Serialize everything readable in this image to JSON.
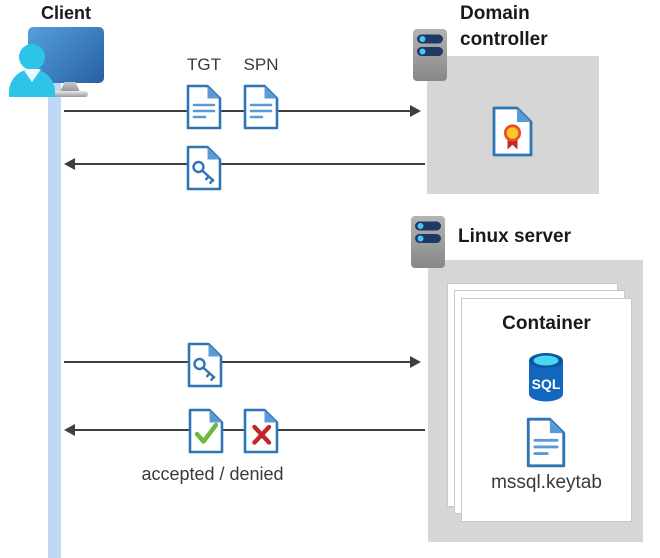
{
  "client": {
    "label": "Client"
  },
  "domain_controller": {
    "title": "Domain controller"
  },
  "linux_server": {
    "title": "Linux server"
  },
  "container": {
    "title": "Container",
    "sql_badge": "SQL",
    "keytab_label": "mssql.keytab"
  },
  "flow": {
    "tgt_label": "TGT",
    "spn_label": "SPN",
    "result_label": "accepted / denied"
  },
  "colors": {
    "doc-blue": "#2E75B6",
    "fold-blue": "#5B9BD5",
    "line-blue": "#5B9BD5",
    "cyan": "#2EC3E9",
    "timeline": "#BFD8F6",
    "box-gray": "#D6D6D6",
    "navy": "#1F3864",
    "dot-cyan": "#45C8F5",
    "arrow": "#3F3F3F",
    "green": "#6FB83E",
    "red": "#C0272D",
    "gold": "#FFC627",
    "cert-red": "#C3272B",
    "sql-blue": "#1266BE",
    "sql-cyan": "#49D6F0"
  }
}
